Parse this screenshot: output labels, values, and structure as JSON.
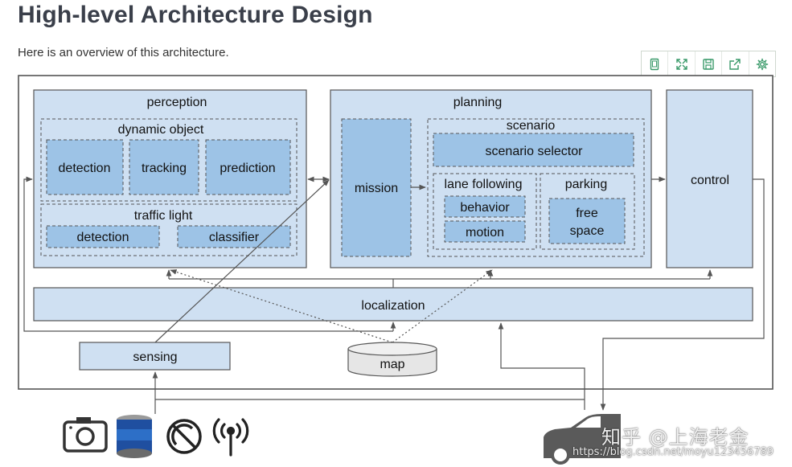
{
  "page": {
    "title": "High-level Architecture Design",
    "subtitle": "Here is an overview of this architecture."
  },
  "toolbar": {
    "icons": [
      "page-icon",
      "fullscreen-icon",
      "save-icon",
      "share-icon",
      "settings-icon"
    ]
  },
  "diagram": {
    "perception": {
      "title": "perception",
      "dynamic_object": {
        "title": "dynamic object",
        "items": [
          "detection",
          "tracking",
          "prediction"
        ]
      },
      "traffic_light": {
        "title": "traffic light",
        "items": [
          "detection",
          "classifier"
        ]
      }
    },
    "planning": {
      "title": "planning",
      "mission": "mission",
      "scenario": {
        "title": "scenario",
        "selector": "scenario selector",
        "lane_following": {
          "title": "lane following",
          "items": [
            "behavior",
            "motion"
          ]
        },
        "parking": {
          "title": "parking",
          "free_space_line1": "free",
          "free_space_line2": "space"
        }
      }
    },
    "control": "control",
    "localization": "localization",
    "sensing": "sensing",
    "map": "map"
  },
  "sensors": [
    "camera-icon",
    "lidar-icon",
    "radar-icon",
    "antenna-icon"
  ],
  "vehicle": "car-icon",
  "watermark": {
    "main": "知乎 @上海老金",
    "url": "https://blog.csdn.net/moyu123456789"
  },
  "colors": {
    "outer_fill": "#cfe0f2",
    "inner_fill": "#9dc3e6",
    "border": "#555555",
    "arrow": "#555555"
  }
}
